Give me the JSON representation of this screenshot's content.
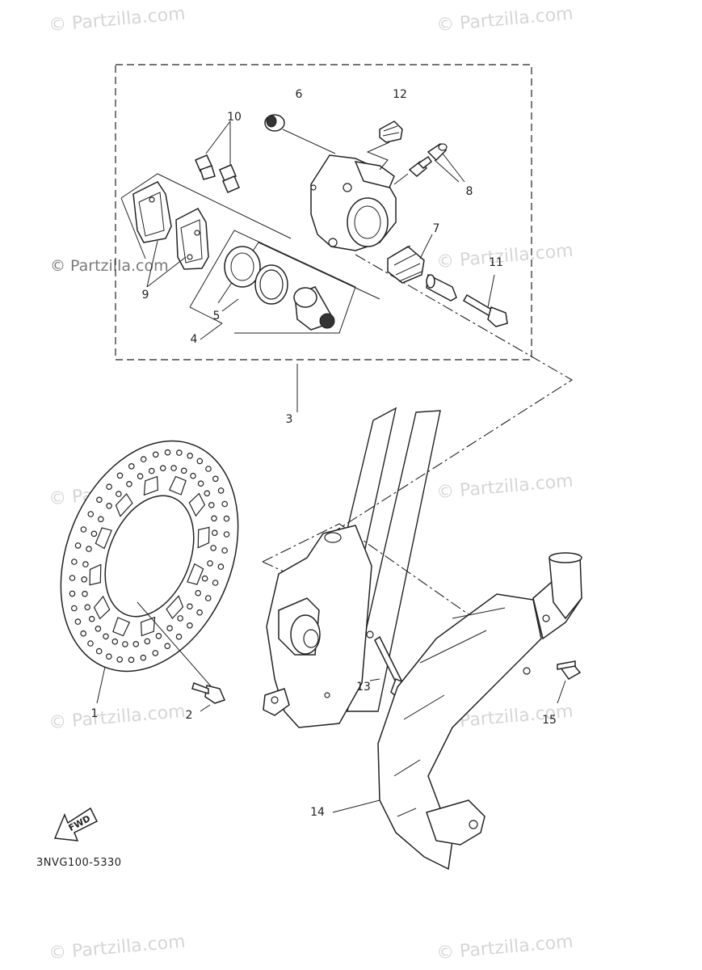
{
  "watermark": {
    "text": "© Partzilla.com"
  },
  "drawing_code": "3NVG100-5330",
  "direction_label": "FWD",
  "callouts": [
    {
      "id": "1",
      "text": "1"
    },
    {
      "id": "2",
      "text": "2"
    },
    {
      "id": "3",
      "text": "3"
    },
    {
      "id": "4",
      "text": "4"
    },
    {
      "id": "5",
      "text": "5"
    },
    {
      "id": "6",
      "text": "6"
    },
    {
      "id": "7",
      "text": "7"
    },
    {
      "id": "8",
      "text": "8"
    },
    {
      "id": "9",
      "text": "9"
    },
    {
      "id": "10",
      "text": "10"
    },
    {
      "id": "11",
      "text": "11"
    },
    {
      "id": "12",
      "text": "12"
    },
    {
      "id": "13",
      "text": "13"
    },
    {
      "id": "14",
      "text": "14"
    },
    {
      "id": "15",
      "text": "15"
    }
  ]
}
